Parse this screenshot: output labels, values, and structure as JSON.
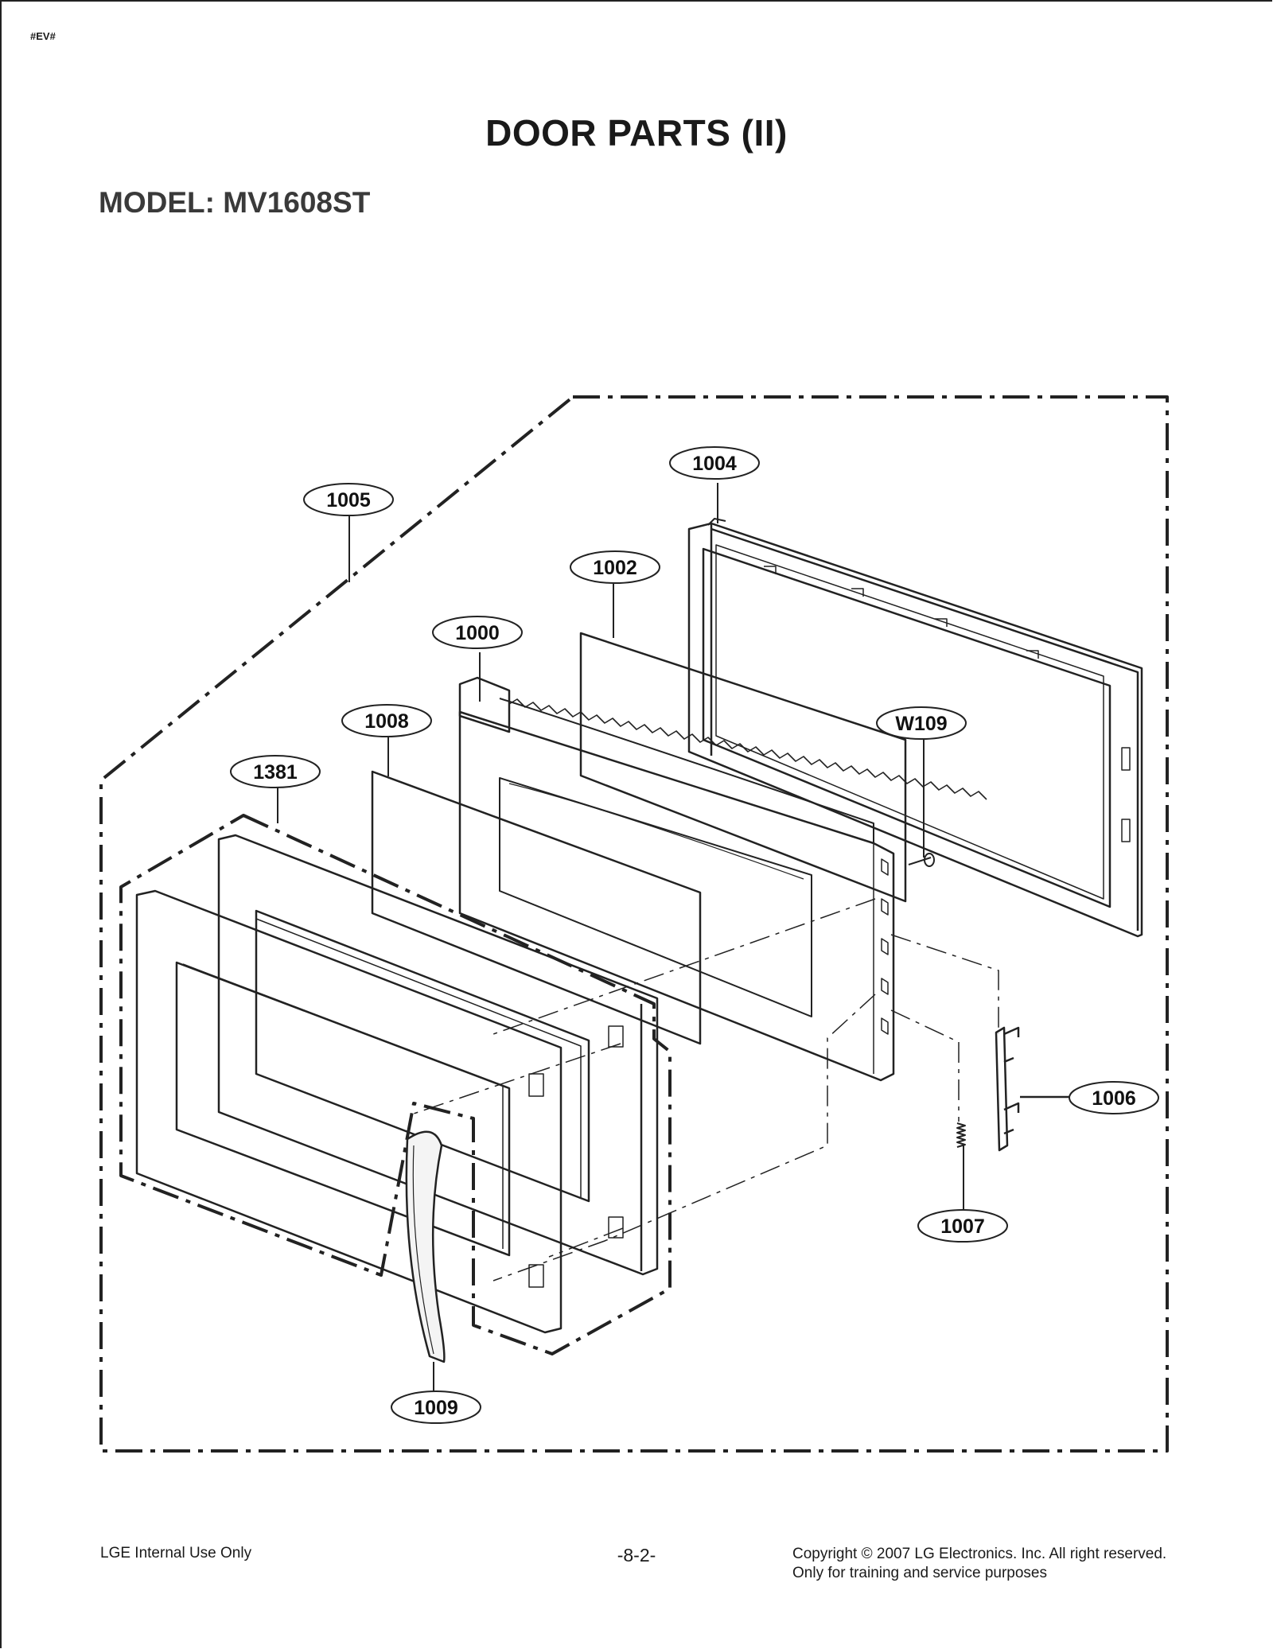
{
  "header": {
    "tag": "#EV#"
  },
  "title": "DOOR PARTS (II)",
  "model": "MODEL: MV1608ST",
  "callouts": {
    "c1004": "1004",
    "c1005": "1005",
    "c1002": "1002",
    "c1000": "1000",
    "c1008": "1008",
    "cW109": "W109",
    "c1381": "1381",
    "c1006": "1006",
    "c1007": "1007",
    "c1009": "1009"
  },
  "footer": {
    "left": "LGE Internal Use Only",
    "page": "-8-2-",
    "copyright": "Copyright © 2007 LG Electronics. Inc. All right reserved.",
    "notice": "Only for training and service purposes"
  }
}
